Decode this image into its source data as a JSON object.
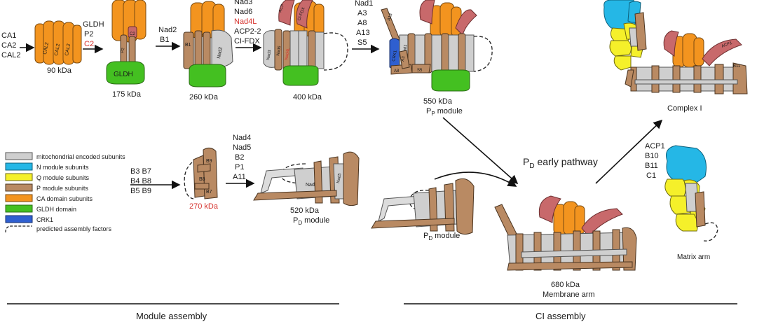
{
  "steps": {
    "s1_in": [
      "CA1",
      "CA2",
      "CAL2"
    ],
    "s1_kda": "90 kDa",
    "s2_in": [
      "GLDH",
      "P2"
    ],
    "s2_in_red": "C2",
    "s2_kda": "175 kDa",
    "s3_in": [
      "Nad2",
      "B1"
    ],
    "s3_kda": "260 kDa",
    "s4_in": [
      "Nad3",
      "Nad6"
    ],
    "s4_in_red": "Nad4L",
    "s4_in2": [
      "ACP2-2",
      "CI-FDX"
    ],
    "s4_kda": "400 kDa",
    "s5_in": [
      "Nad1",
      "A3",
      "A8",
      "A13",
      "S5"
    ],
    "s5_kda": "550 kDa",
    "s5_module": "P",
    "s5_module_sub": "P",
    "s5_module_suffix": " module",
    "complex1": "Complex I",
    "pd_in": [
      "B3 B7",
      "B4 B8",
      "B5 B9"
    ],
    "pd_kda_red": "270 kDa",
    "pd2_in": [
      "Nad4",
      "Nad5",
      "B2",
      "P1",
      "A11"
    ],
    "pd2_kda": "520 kDa",
    "pd2_module": "P",
    "pd2_module_sub": "D",
    "pd2_module_suffix": " module",
    "pd_early": "P",
    "pd_early_sub": "D",
    "pd_early_suffix": " early pathway",
    "pd3_module": "P",
    "pd3_module_sub": "D",
    "pd3_module_suffix": " module",
    "mem_kda": "680 kDa",
    "mem_label": "Membrane arm",
    "matrix_in": [
      "ACP1",
      "B10",
      "B11",
      "C1"
    ],
    "matrix_label": "Matrix arm",
    "footer_left": "Module assembly",
    "footer_right": "CI assembly"
  },
  "subunit_labels": {
    "cal": [
      "CAL2",
      "CAL2",
      "CAL2"
    ],
    "p2": "P2",
    "c2": "C2",
    "gldh": "GLDH",
    "b1": "B1",
    "nad2": "Nad2",
    "nad3": "Nad3",
    "nad6": "Nad6",
    "nad4l": "Nad4L",
    "acp": "ACP",
    "cifdx": "CI-FDX",
    "a13": "A13",
    "crk": "CRK1",
    "nad1": "Nad1",
    "a8": "A8",
    "s5": "S5",
    "a3": "A3",
    "b9": "B9",
    "b7": "B7",
    "b8": "B8",
    "nad4": "Nad4",
    "nad5": "Nad5",
    "acp1": "ACP1",
    "b11": "B11"
  },
  "legend": [
    {
      "label": "mitochondrial encoded subunits",
      "color": "#cfcfcf"
    },
    {
      "label": "N module subunits",
      "color": "#25b7e6"
    },
    {
      "label": "Q module subunits",
      "color": "#f5f02a"
    },
    {
      "label": "P module subunits",
      "color": "#b98a63"
    },
    {
      "label": "CA domain subunits",
      "color": "#f3941f"
    },
    {
      "label": "GLDH domain",
      "color": "#44c021"
    },
    {
      "label": "CRK1",
      "color": "#2f5fd0"
    },
    {
      "label": "predicted assembly factors",
      "color": "dashed"
    }
  ]
}
